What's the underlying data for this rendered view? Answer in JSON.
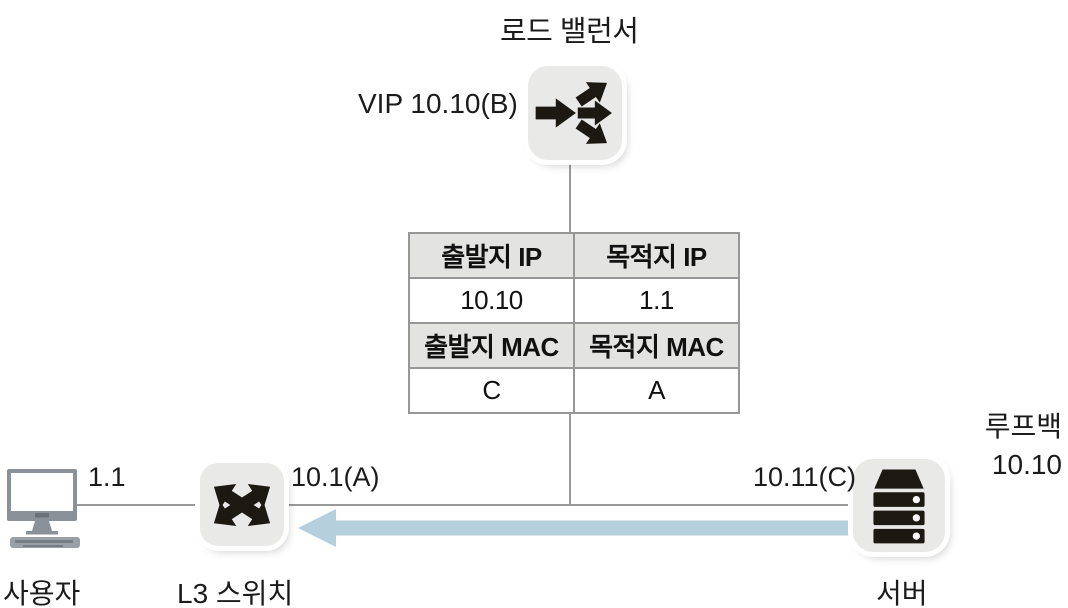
{
  "load_balancer": {
    "label": "로드 밸런서",
    "vip": "VIP 10.10(B)",
    "icon": "load-balancer-fanout-icon"
  },
  "packet_table": {
    "rows": [
      {
        "kind": "header",
        "cells": [
          "출발지 IP",
          "목적지 IP"
        ]
      },
      {
        "kind": "value",
        "cells": [
          "10.10",
          "1.1"
        ]
      },
      {
        "kind": "header",
        "cells": [
          "출발지 MAC",
          "목적지 MAC"
        ]
      },
      {
        "kind": "value",
        "cells": [
          "C",
          "A"
        ]
      }
    ]
  },
  "nodes": {
    "user": {
      "label": "사용자",
      "ip": "1.1",
      "icon": "desktop-computer-icon"
    },
    "l3_switch": {
      "label": "L3 스위치",
      "interface": "10.1(A)",
      "icon": "l3-switch-icon"
    },
    "server": {
      "label": "서버",
      "interface": "10.11(C)",
      "icon": "server-rack-icon",
      "loopback_title": "루프백",
      "loopback_ip": "10.10"
    }
  },
  "flow_arrow": {
    "direction": "right-to-left",
    "from": "서버",
    "to": "L3 스위치",
    "color": "#b5cfdd"
  },
  "colors": {
    "line_gray": "#999999",
    "icon_tile_bg": "#e9e9e8",
    "icon_glyph": "#1c1812",
    "table_header_bg": "#e3e3e2",
    "table_border": "#979797",
    "computer_gray": "#8b9199",
    "arrow_blue": "#b5cfdd"
  }
}
